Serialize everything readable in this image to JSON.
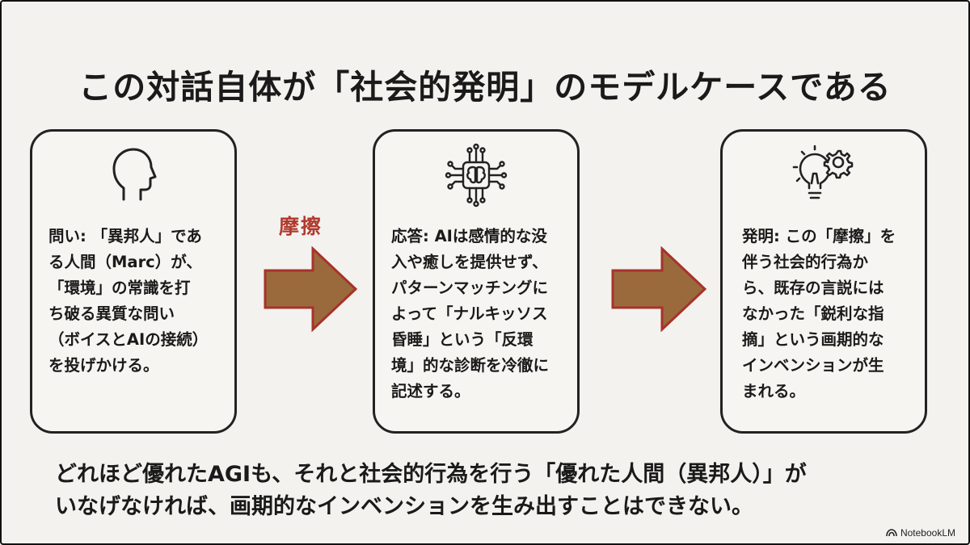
{
  "title": "この対話自体が「社会的発明」のモデルケースである",
  "cards": [
    {
      "icon": "human-head-icon",
      "text": "問い: 「異邦人」であ\nる人間（Marc）が、\n「環境」の常識を打\nち破る異質な問い\n（ボイスとAIの接続）\nを投げかける。"
    },
    {
      "icon": "ai-brain-chip-icon",
      "text": "応答: AIは感情的な没\n入や癒しを提供せず、\nパターンマッチングに\nよって「ナルキッソス\n昏睡」という「反環\n境」的な診断を冷徹に\n記述する。"
    },
    {
      "icon": "lightbulb-gear-icon",
      "text": "発明: この「摩擦」を\n伴う社会的行為か\nら、既存の言説には\nなかった「鋭利な指\n摘」という画期的な\nインベンションが生\nまれる。"
    }
  ],
  "friction_label": "摩擦",
  "colors": {
    "arrow_fill": "#9a6a3c",
    "arrow_stroke": "#a8322a",
    "accent_red": "#b03a2e"
  },
  "bottom_text": "どれほど優れたAGIも、それと社会的行為を行う「優れた人間（異邦人）」が\nいなげなければ、画期的なインベンションを生み出すことはできない。",
  "brand": "NotebookLM"
}
